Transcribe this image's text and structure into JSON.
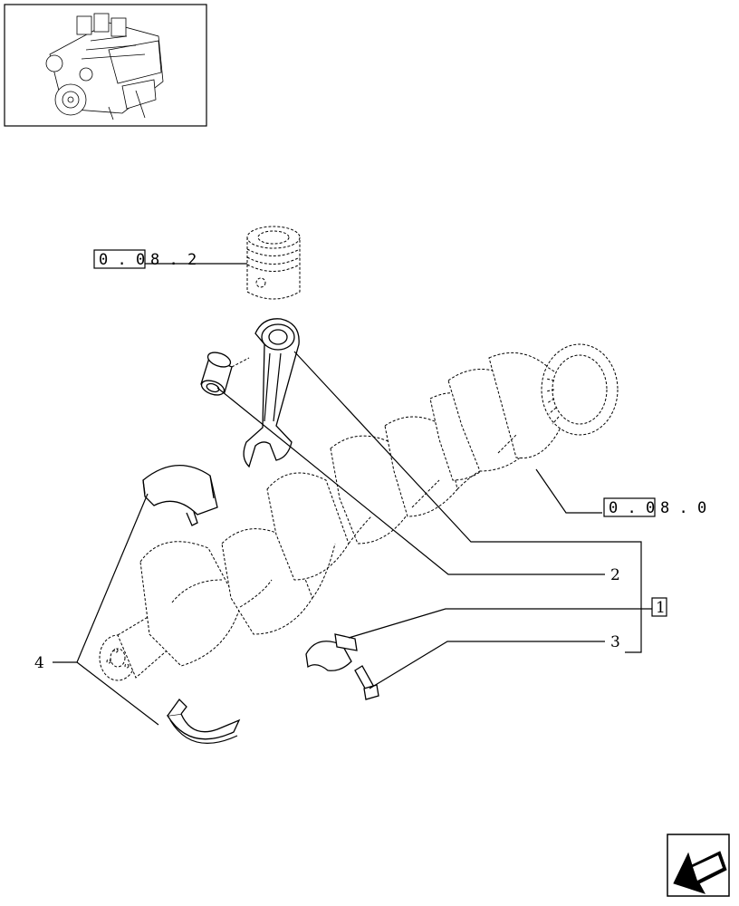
{
  "callouts": {
    "piston_ref": {
      "boxed": "0 . 0",
      "rest": "8 . 2"
    },
    "crankshaft_ref": {
      "boxed": "0 . 0",
      "rest": "8 . 0"
    },
    "item_1": "1",
    "item_2": "2",
    "item_3": "3",
    "item_4": "4"
  },
  "icons": {
    "thumbnail": "engine-thumbnail",
    "nav": "back-arrow-icon"
  }
}
